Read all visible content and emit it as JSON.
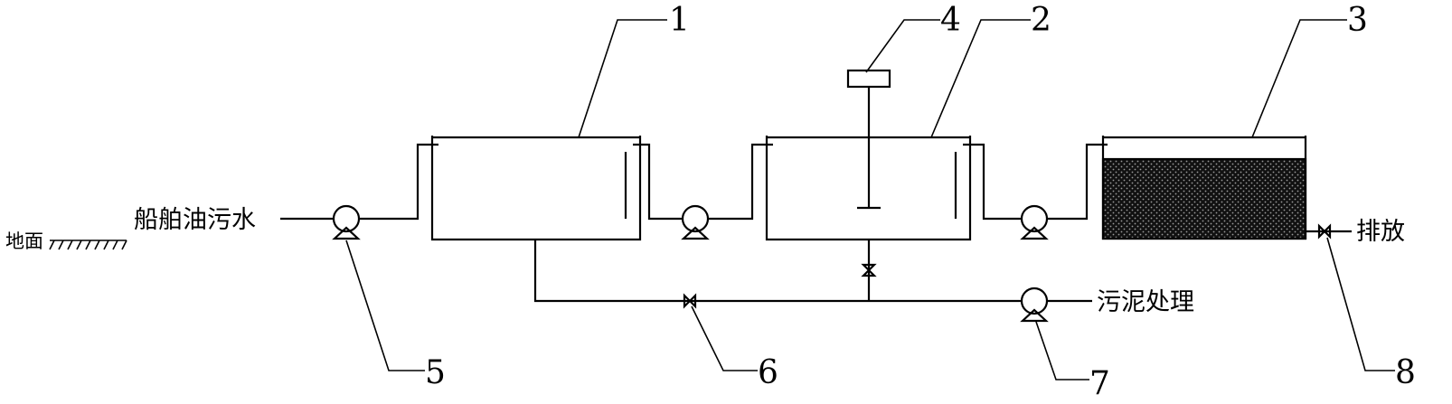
{
  "labels": {
    "ground": "地面",
    "inlet": "船舶油污水",
    "sludge": "污泥处理",
    "discharge": "排放"
  },
  "callouts": {
    "n1": "1",
    "n2": "2",
    "n3": "3",
    "n4": "4",
    "n5": "5",
    "n6": "6",
    "n7": "7",
    "n8": "8"
  },
  "colors": {
    "line": "#000000",
    "background": "#ffffff"
  }
}
